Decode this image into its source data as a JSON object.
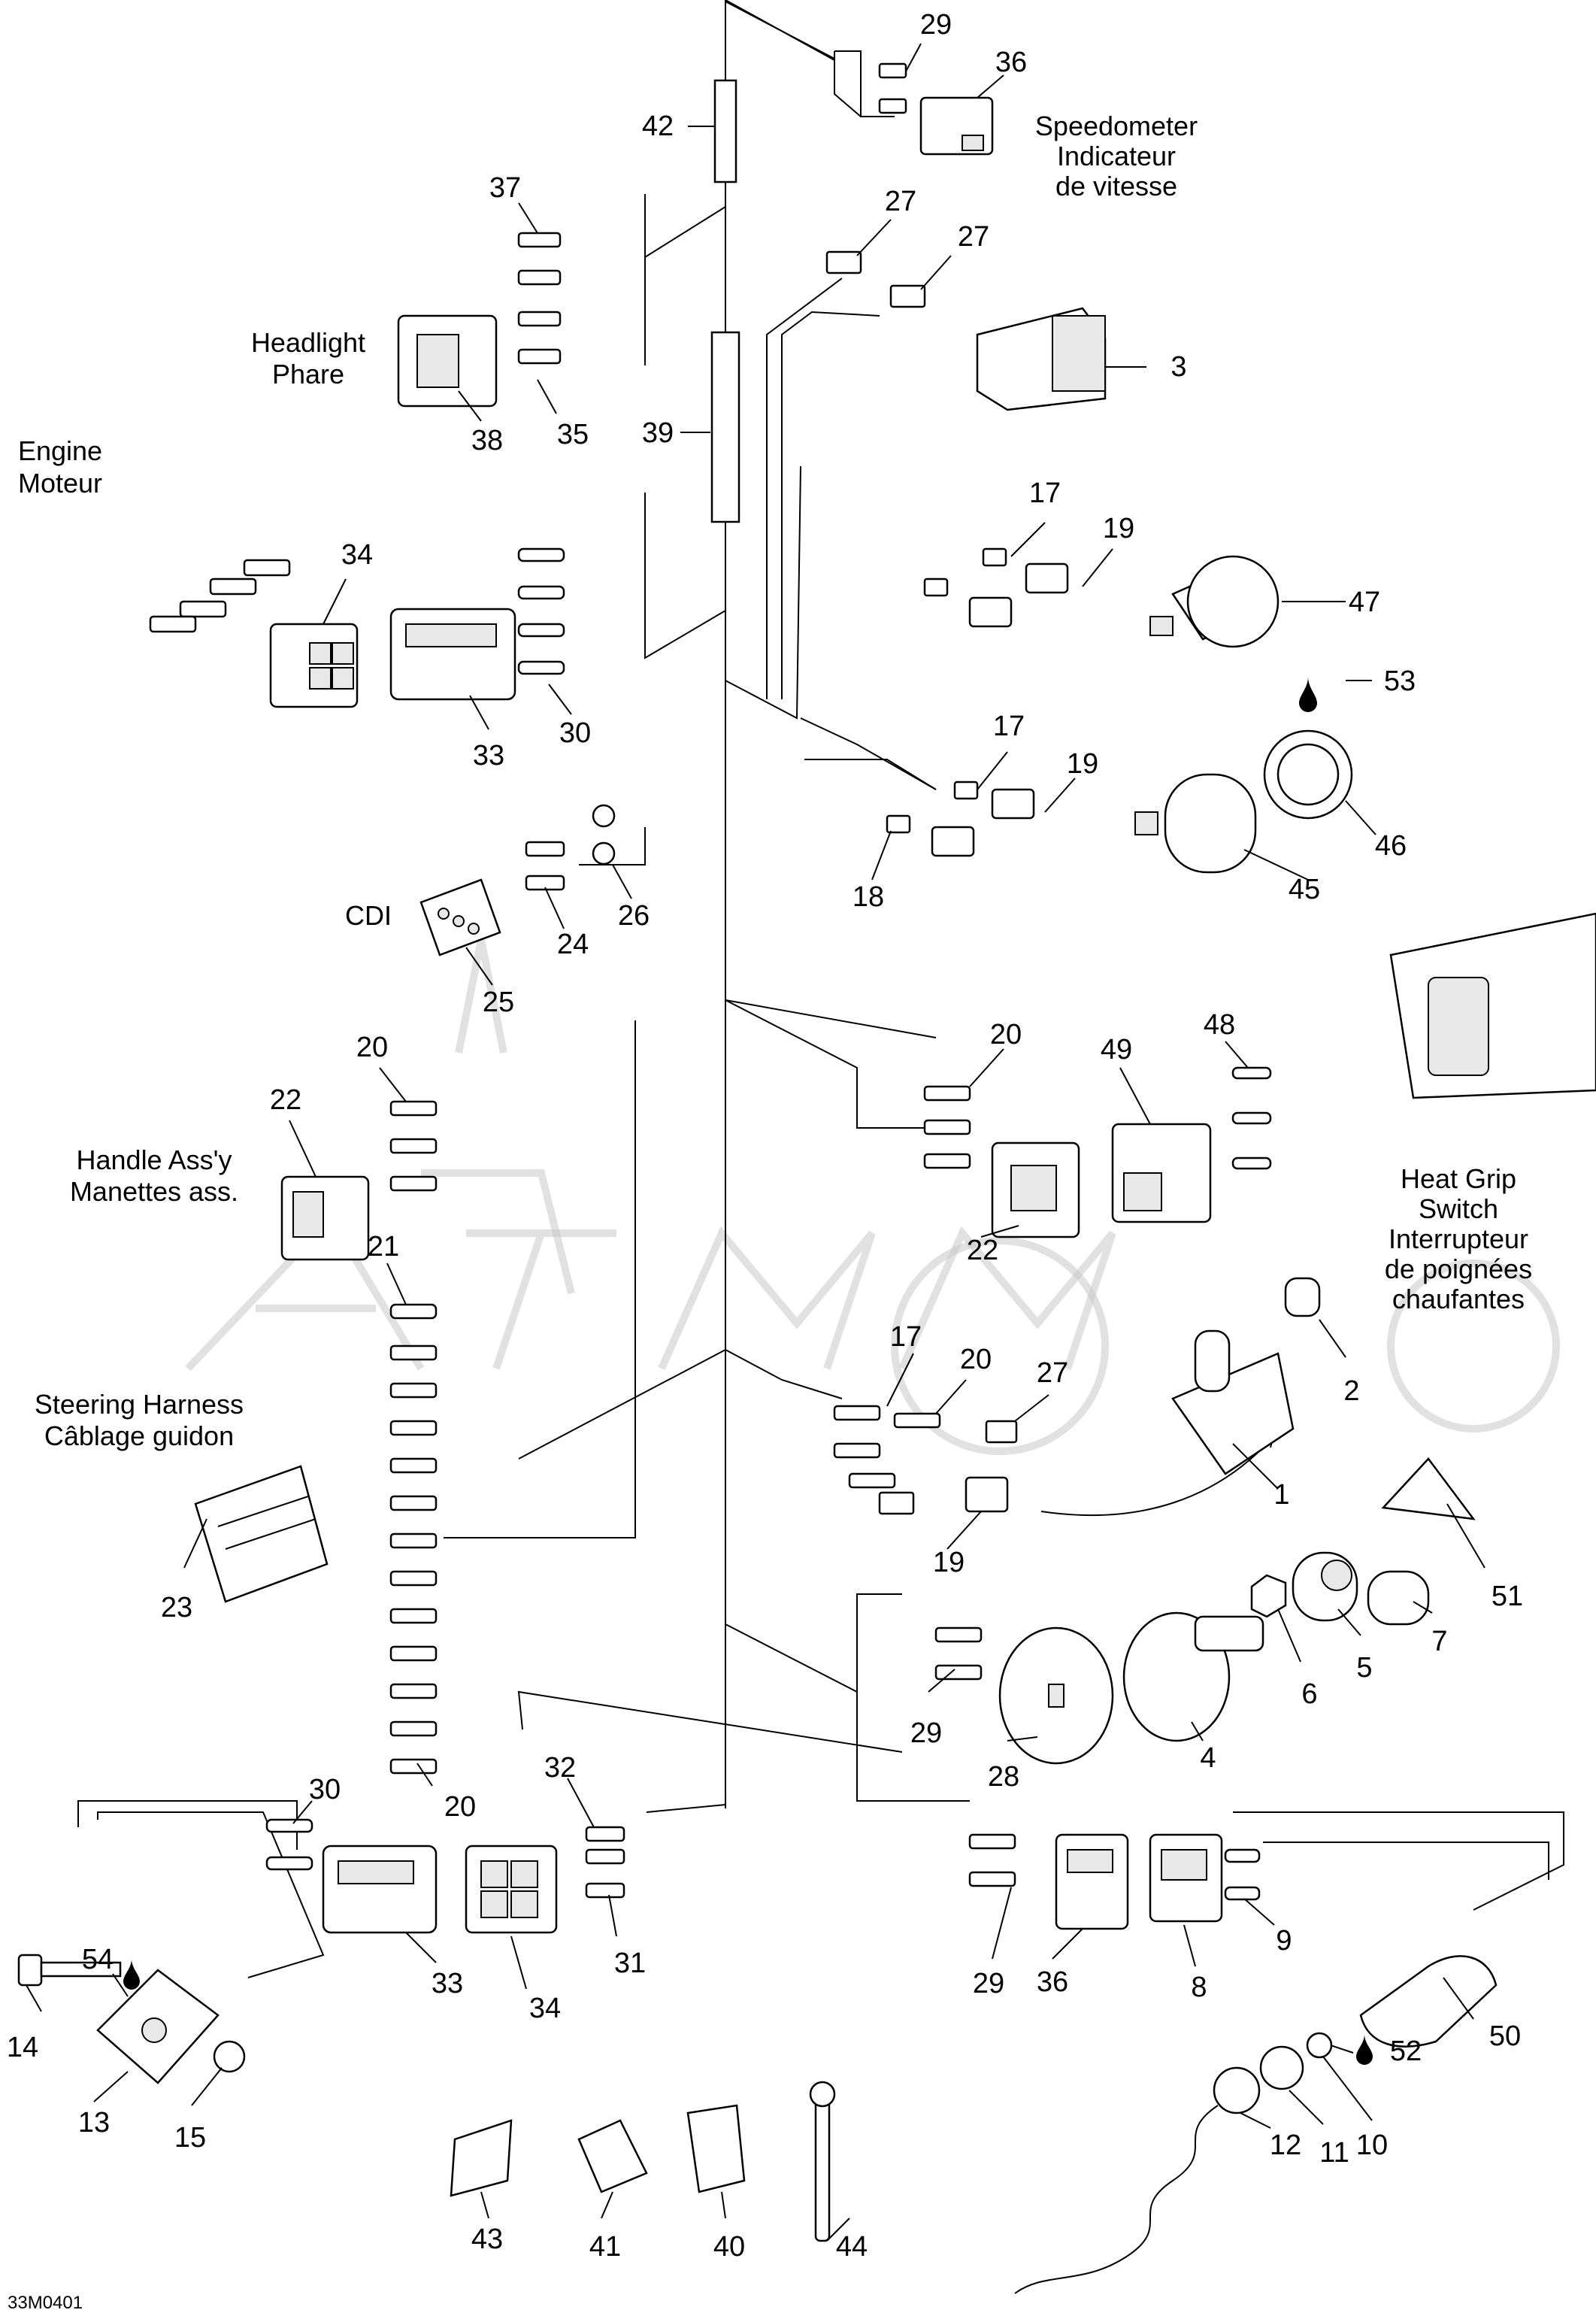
{
  "diagram": {
    "code": "33M0401",
    "labels": {
      "speedometer": [
        "Speedometer",
        "Indicateur",
        "de vitesse"
      ],
      "headlight": [
        "Headlight",
        "Phare"
      ],
      "engine": [
        "Engine",
        "Moteur"
      ],
      "cdi": "CDI",
      "handle": [
        "Handle Ass'y",
        "Manettes ass."
      ],
      "heatgrip": [
        "Heat Grip",
        "Switch",
        "Interrupteur",
        "de poignées",
        "chaufantes"
      ],
      "steering": [
        "Steering Harness",
        "Câblage guidon"
      ]
    },
    "callouts": {
      "c29a": "29",
      "c36a": "36",
      "c42": "42",
      "c27a": "27",
      "c27b": "27",
      "c3": "3",
      "c37": "37",
      "c35": "35",
      "c38": "38",
      "c39": "39",
      "c34a": "34",
      "c33a": "33",
      "c30a": "30",
      "c17a": "17",
      "c19a": "19",
      "c47": "47",
      "c53": "53",
      "c17b": "17",
      "c19b": "19",
      "c18": "18",
      "c45": "45",
      "c46": "46",
      "c24": "24",
      "c26": "26",
      "c25": "25",
      "c20a": "20",
      "c22a": "22",
      "c20b": "20",
      "c49": "49",
      "c48": "48",
      "c22b": "22",
      "c21": "21",
      "c2": "2",
      "c17c": "17",
      "c20c": "20",
      "c27c": "27",
      "c1": "1",
      "c19c": "19",
      "c51": "51",
      "c7": "7",
      "c5": "5",
      "c6": "6",
      "c4": "4",
      "c28": "28",
      "c29b": "29",
      "c23": "23",
      "c20d": "20",
      "c30b": "30",
      "c32": "32",
      "c31": "31",
      "c33b": "33",
      "c34b": "34",
      "c54": "54",
      "c14": "14",
      "c13": "13",
      "c15": "15",
      "c29c": "29",
      "c36b": "36",
      "c8": "8",
      "c9": "9",
      "c50": "50",
      "c52": "52",
      "c10": "10",
      "c11": "11",
      "c12": "12",
      "c43": "43",
      "c41": "41",
      "c40": "40",
      "c44": "44"
    }
  }
}
